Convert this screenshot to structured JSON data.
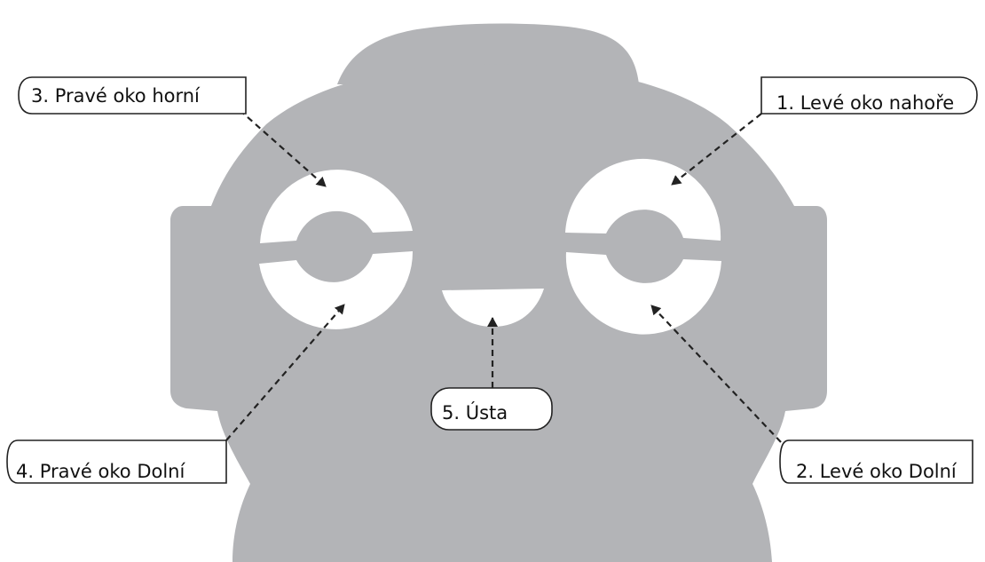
{
  "colors": {
    "head": "#b3b4b7",
    "cutout": "#ffffff",
    "outline": "#222222",
    "arrow": "#222222"
  },
  "labels": {
    "right_eye_top": "3. Pravé oko horní",
    "left_eye_top": "1. Levé oko nahoře",
    "right_eye_bottom": "4. Pravé oko Dolní",
    "left_eye_bottom": "2. Levé oko Dolní",
    "mouth": "5. Ústa"
  }
}
